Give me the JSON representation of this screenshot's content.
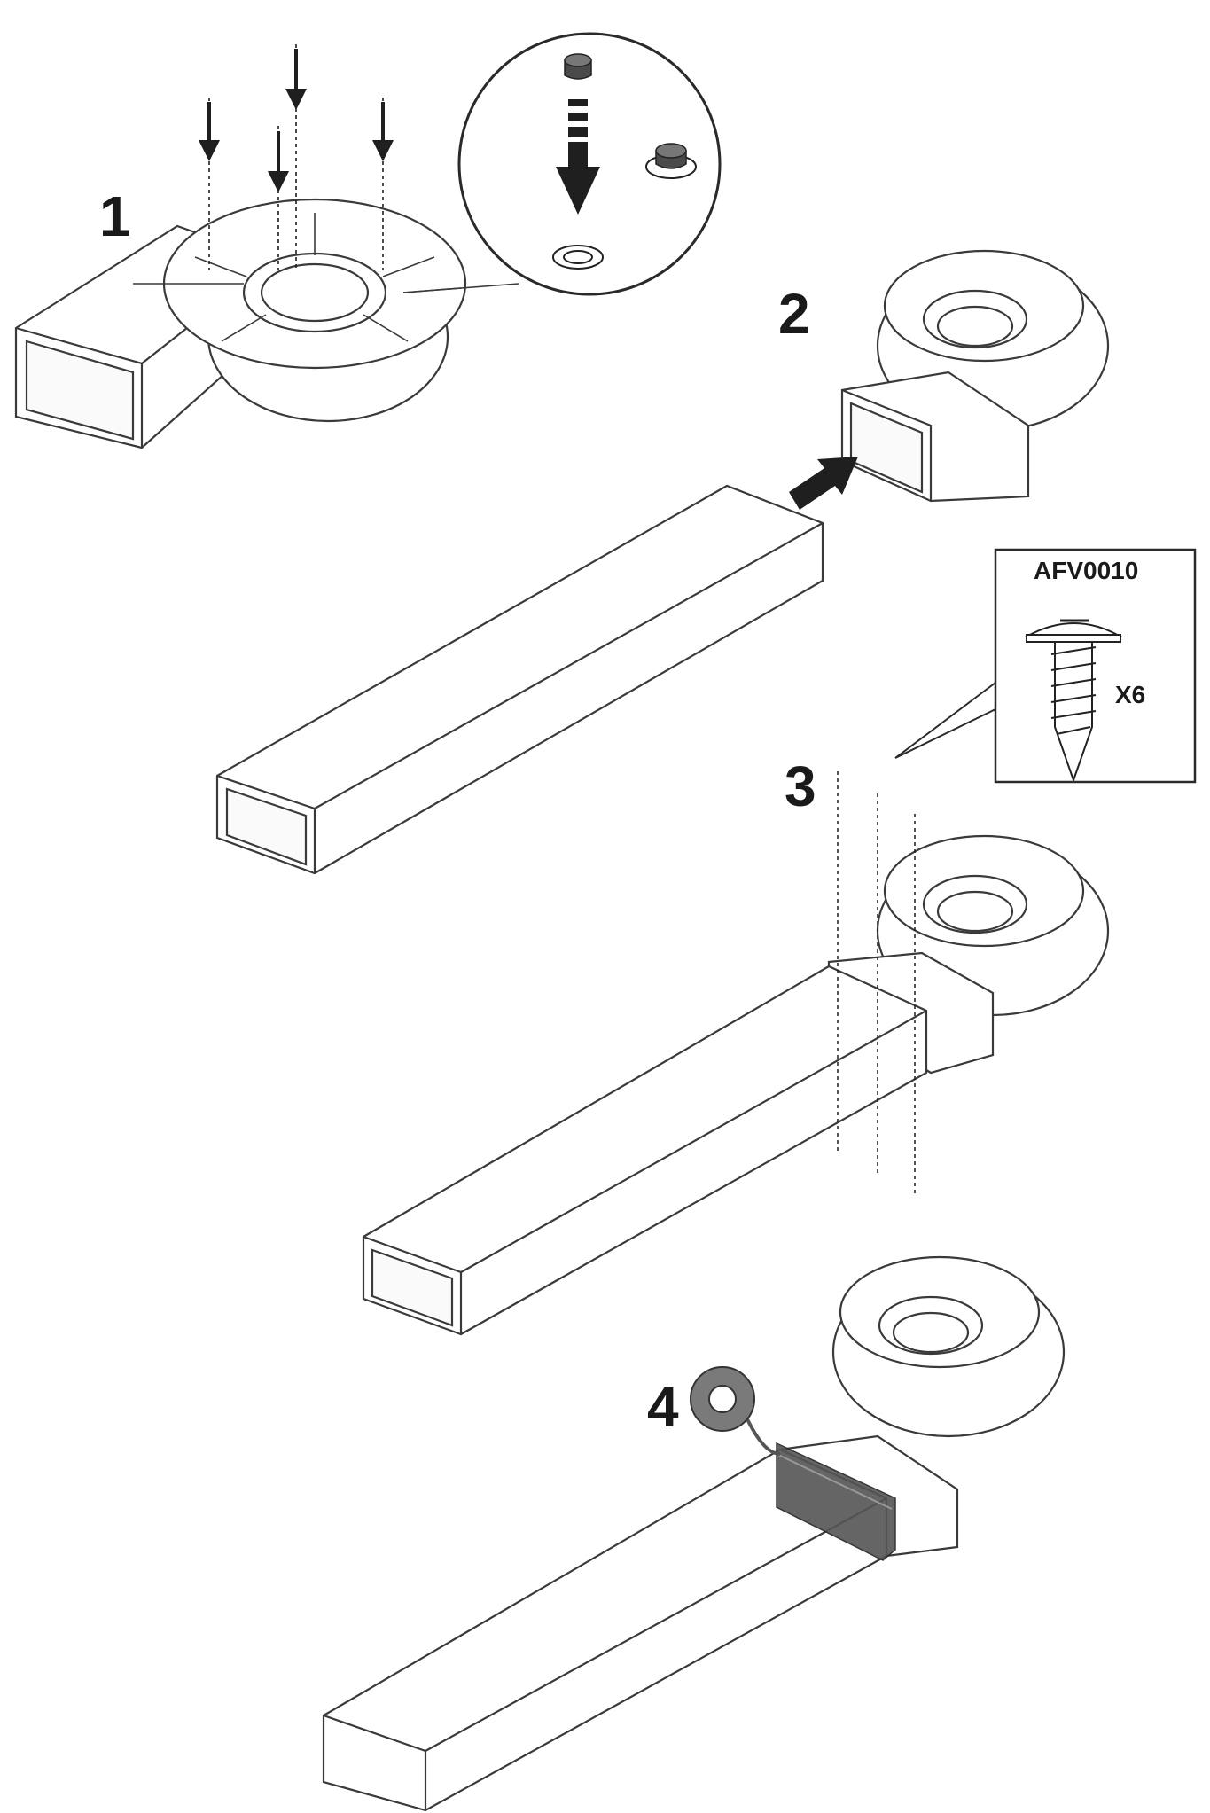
{
  "steps": [
    {
      "number": "1"
    },
    {
      "number": "2"
    },
    {
      "number": "3"
    },
    {
      "number": "4"
    }
  ],
  "screw_callout": {
    "part_code": "AFV0010",
    "quantity": "X6"
  },
  "colors": {
    "line": "#3a3a3a",
    "arrow": "#1f1f1f",
    "tape": "#7a7a7a",
    "tape_band": "#555555",
    "background": "#ffffff"
  }
}
